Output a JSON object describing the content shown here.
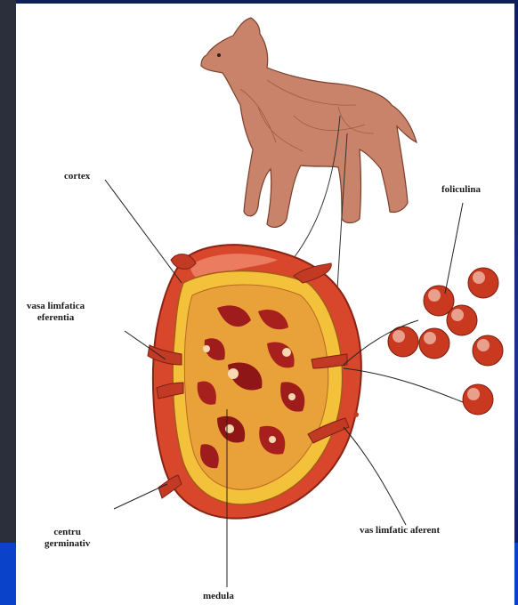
{
  "labels": {
    "dog": "",
    "capsule": "cortex",
    "efferent": "vasa limfatica\neferentia",
    "follicles": "foliculina",
    "germinal": "centru\ngerminativ",
    "afferent": "vas limfatic aferent",
    "medulla": "medula"
  },
  "colors": {
    "background": "#1b3290",
    "bottom_band": "#0a43c9",
    "node_red": "#d8462c",
    "node_yellow": "#f3c23a",
    "dog": "#c9836a"
  }
}
